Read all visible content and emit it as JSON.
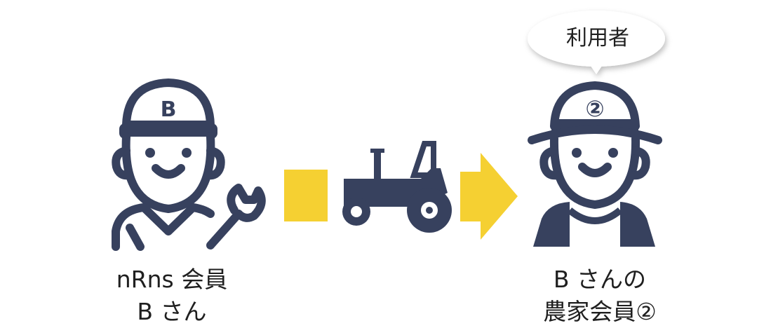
{
  "left_person": {
    "hat_letter": "B",
    "label_line1": "nRns 会員",
    "label_line2": "B さん"
  },
  "right_person": {
    "hat_number": "②",
    "label_line1": "B さんの",
    "label_line2": "農家会員②",
    "speech_bubble": "利用者"
  },
  "colors": {
    "navy": "#37415e",
    "yellow": "#f5d032",
    "bubble_fill": "#ffffff",
    "text": "#1f1f1f"
  },
  "icons": [
    "mechanic-icon",
    "tractor-icon",
    "farmer-icon",
    "arrow-icon",
    "wrench-icon"
  ]
}
